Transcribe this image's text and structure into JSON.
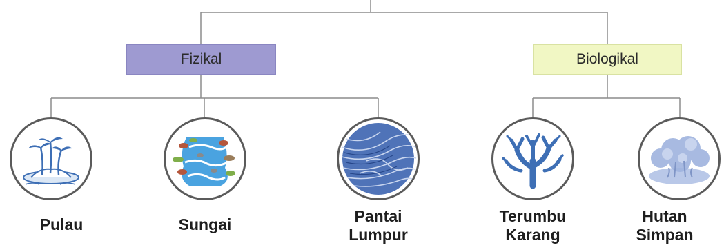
{
  "categories": {
    "fizikal": "Fizikal",
    "biologikal": "Biologikal"
  },
  "items": [
    {
      "label_line1": "Pulau",
      "label_line2": "",
      "icon": "island-icon"
    },
    {
      "label_line1": "Sungai",
      "label_line2": "",
      "icon": "river-icon"
    },
    {
      "label_line1": "Pantai",
      "label_line2": "Lumpur",
      "icon": "mudflat-icon"
    },
    {
      "label_line1": "Terumbu",
      "label_line2": "Karang",
      "icon": "coral-icon"
    },
    {
      "label_line1": "Hutan",
      "label_line2": "Simpan",
      "icon": "forest-icon"
    }
  ],
  "colors": {
    "fizikal_box": "#9e9ad1",
    "biologikal_box": "#f1f7c4",
    "connector": "#8c8c8c",
    "icon_blue": "#3e6fb5"
  }
}
